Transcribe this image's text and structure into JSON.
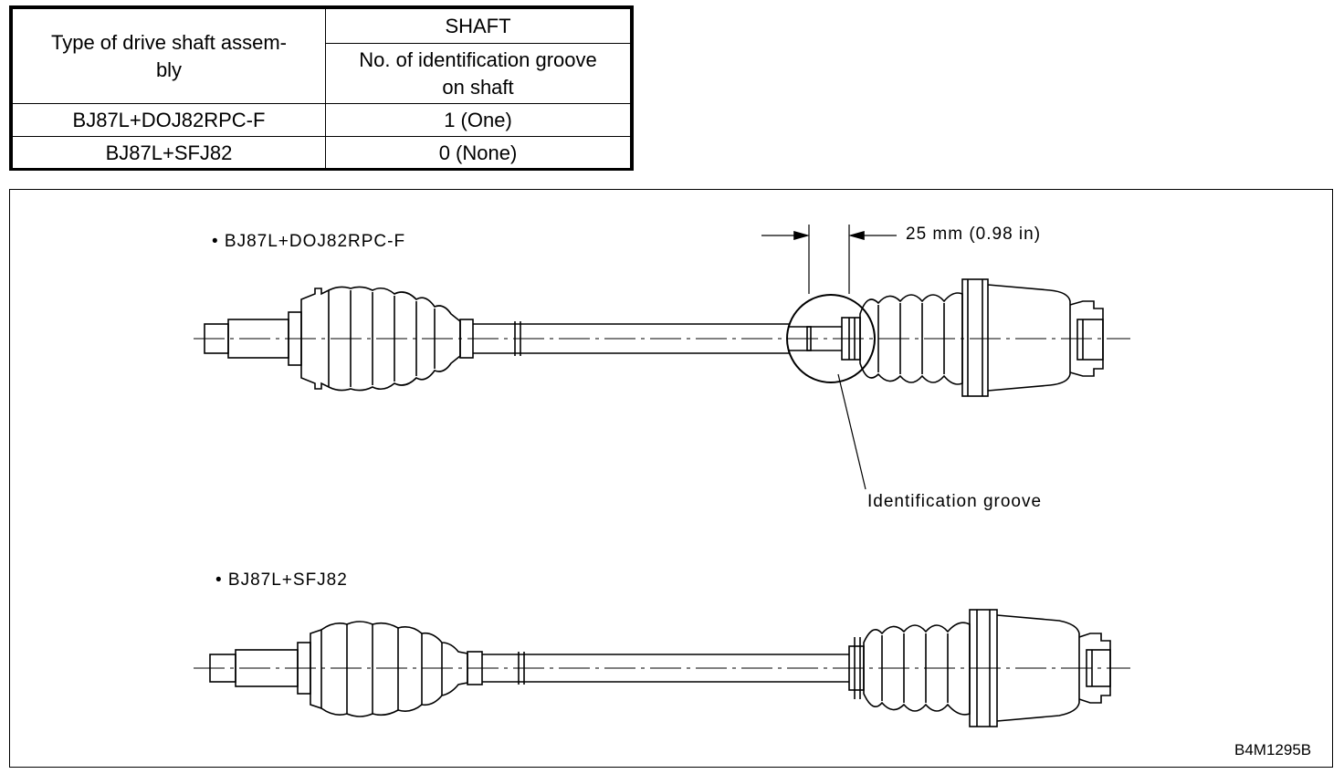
{
  "table": {
    "header_type": "Type of drive shaft assem-\nbly",
    "header_shaft": "SHAFT",
    "header_groove": "No. of identification groove\non shaft",
    "rows": [
      {
        "type": "BJ87L+DOJ82RPC-F",
        "grooves": "1 (One)"
      },
      {
        "type": "BJ87L+SFJ82",
        "grooves": "0 (None)"
      }
    ]
  },
  "diagram": {
    "shaft1_label": "• BJ87L+DOJ82RPC-F",
    "shaft2_label": "• BJ87L+SFJ82",
    "dimension_label": "25  mm  (0.98  in)",
    "groove_label": "Identification  groove",
    "figure_code": "B4M1295B"
  }
}
